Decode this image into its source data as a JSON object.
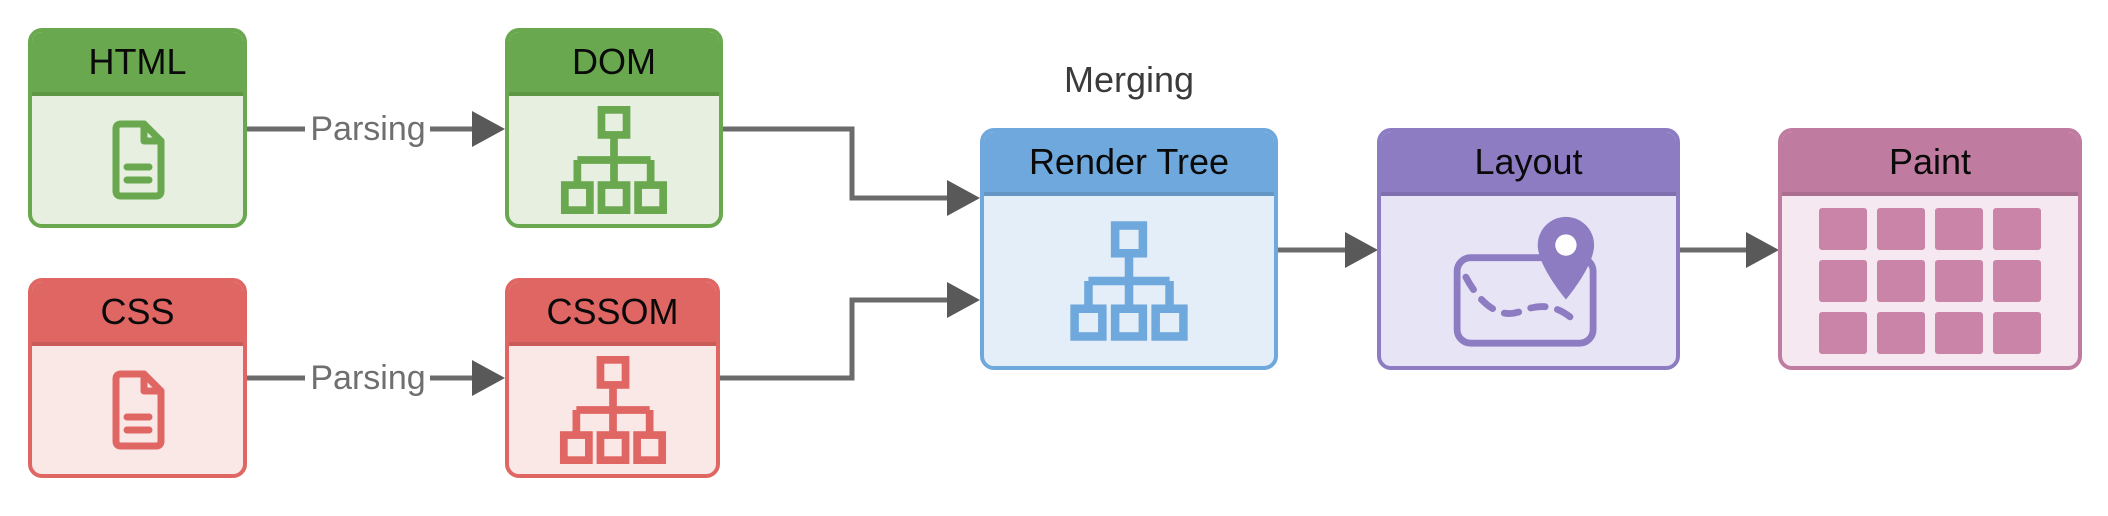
{
  "diagram": {
    "subject": "browser rendering pipeline",
    "labels": {
      "parsing_top": "Parsing",
      "parsing_bottom": "Parsing",
      "merging": "Merging"
    },
    "stages": [
      {
        "id": "html",
        "title": "HTML",
        "icon": "document-icon",
        "accent": "#6aa84f",
        "light": "#e7f0e0"
      },
      {
        "id": "dom",
        "title": "DOM",
        "icon": "sitemap-icon",
        "accent": "#6aa84f",
        "light": "#e7f0e0"
      },
      {
        "id": "css",
        "title": "CSS",
        "icon": "document-icon",
        "accent": "#e06664",
        "light": "#fae8e7"
      },
      {
        "id": "cssom",
        "title": "CSSOM",
        "icon": "sitemap-icon",
        "accent": "#e06664",
        "light": "#fae8e7"
      },
      {
        "id": "render_tree",
        "title": "Render Tree",
        "icon": "sitemap-icon",
        "accent": "#6fa8dc",
        "light": "#e3eef8"
      },
      {
        "id": "layout",
        "title": "Layout",
        "icon": "map-pin-icon",
        "accent": "#8e7cc3",
        "light": "#e7e4f5"
      },
      {
        "id": "paint",
        "title": "Paint",
        "icon": "tile-grid-icon",
        "accent": "#c07ba0",
        "light": "#f6e8f0",
        "tile": "#ca84a8"
      }
    ],
    "edges": [
      {
        "from": "HTML",
        "to": "DOM",
        "label": "Parsing"
      },
      {
        "from": "CSS",
        "to": "CSSOM",
        "label": "Parsing"
      },
      {
        "from": "DOM",
        "to": "Render Tree",
        "label": "Merging"
      },
      {
        "from": "CSSOM",
        "to": "Render Tree",
        "label": "Merging"
      },
      {
        "from": "Render Tree",
        "to": "Layout",
        "label": ""
      },
      {
        "from": "Layout",
        "to": "Paint",
        "label": ""
      }
    ],
    "connectors": {
      "line_color": "#6b6b6b",
      "arrowhead_color": "#595959"
    }
  }
}
